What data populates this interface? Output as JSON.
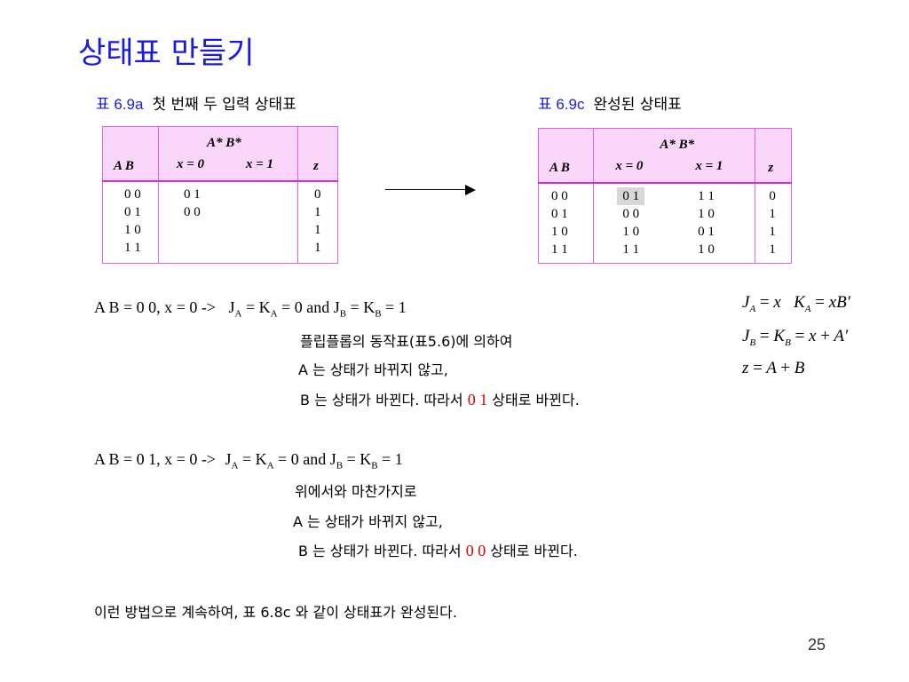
{
  "title": "상태표 만들기",
  "table_a": {
    "caption_num": "표 6.9a",
    "caption_label": "첫 번째 두 입력 상태표",
    "header": {
      "ab": "A  B",
      "next": "A* B*",
      "x0": "x = 0",
      "x1": "x = 1",
      "z": "z"
    },
    "ab": [
      "0  0",
      "0  1",
      "1  0",
      "1  1"
    ],
    "x0": [
      "0  1",
      "0  0"
    ],
    "x1": [],
    "z": [
      "0",
      "1",
      "1",
      "1"
    ]
  },
  "table_c": {
    "caption_num": "표 6.9c",
    "caption_label": "완성된 상태표",
    "header": {
      "ab": "A  B",
      "next": "A* B*",
      "x0": "x = 0",
      "x1": "x = 1",
      "z": "z"
    },
    "ab": [
      "0  0",
      "0  1",
      "1  0",
      "1  1"
    ],
    "x0": [
      "0  1",
      "0  0",
      "1  0",
      "1  1"
    ],
    "x1": [
      "1  1",
      "1  0",
      "0  1",
      "1  0"
    ],
    "z": [
      "0",
      "1",
      "1",
      "1"
    ]
  },
  "block1": {
    "cond": "A B = 0 0, x = 0 ->",
    "l2": "플립플롭의 동작표(표5.6)에 의하여",
    "l3": "A 는 상태가 바뀌지 않고,",
    "l4_pre": "B 는 상태가 바뀐다. 따라서",
    "l4_val": "0 1",
    "l4_post": "상태로 바뀐다."
  },
  "block2": {
    "cond": "A B = 0 1, x = 0 ->",
    "l2": "위에서와 마찬가지로",
    "l3": "A 는 상태가 바뀌지 않고,",
    "l4_pre": "B 는 상태가 바뀐다. 따라서",
    "l4_val": "0 0",
    "l4_post": "상태로 바뀐다."
  },
  "conclusion": "이런 방법으로 계속하여, 표 6.8c 와 같이 상태표가 완성된다.",
  "page_number": "25"
}
